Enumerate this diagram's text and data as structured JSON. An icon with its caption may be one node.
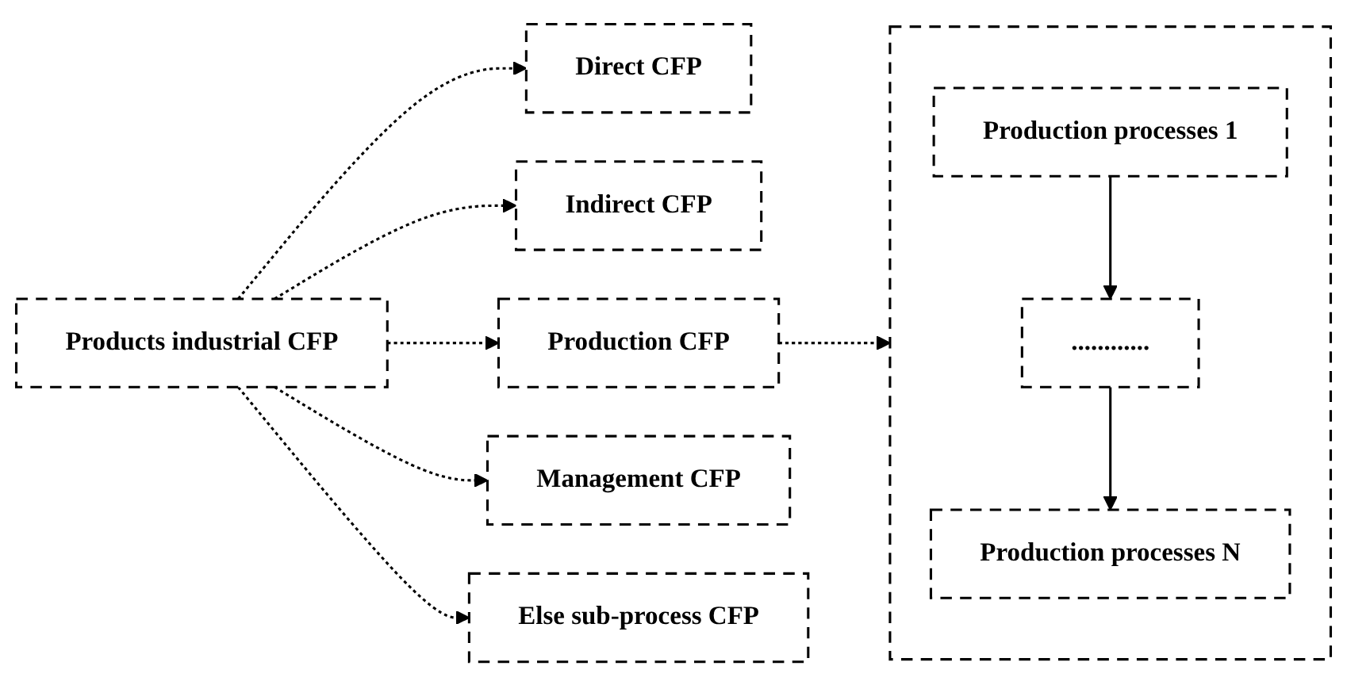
{
  "diagram": {
    "nodes": [
      {
        "text": [
          "Direct CFP"
        ]
      },
      {
        "text": [
          "Indirect CFP"
        ]
      },
      {
        "text": [
          "Products industrial CFP"
        ]
      },
      {
        "text": [
          "Production CFP"
        ]
      },
      {
        "text": [
          "Management CFP"
        ]
      },
      {
        "text": [
          "Else sub-process CFP"
        ]
      },
      {
        "text": [],
        "shape": "box"
      },
      {
        "text": [
          "Production processes 1"
        ],
        "in": 6
      },
      {
        "text": [
          "............"
        ],
        "in": 6
      },
      {
        "text": [
          "Production processes N"
        ],
        "in": 6
      }
    ],
    "edges": [
      {
        "from": 2,
        "to": 0,
        "arrow": "to",
        "style": "dashed"
      },
      {
        "from": 2,
        "to": 1,
        "arrow": "to",
        "style": "dashed"
      },
      {
        "from": 2,
        "to": 3,
        "arrow": "to",
        "style": "dashed"
      },
      {
        "from": 2,
        "to": 4,
        "arrow": "to",
        "style": "dashed"
      },
      {
        "from": 2,
        "to": 5,
        "arrow": "to",
        "style": "dashed"
      },
      {
        "from": 3,
        "to": 6,
        "arrow": "to",
        "style": "dashed"
      },
      {
        "from": 7,
        "to": 8,
        "arrow": "to"
      },
      {
        "from": 8,
        "to": 9,
        "arrow": "to"
      }
    ]
  }
}
